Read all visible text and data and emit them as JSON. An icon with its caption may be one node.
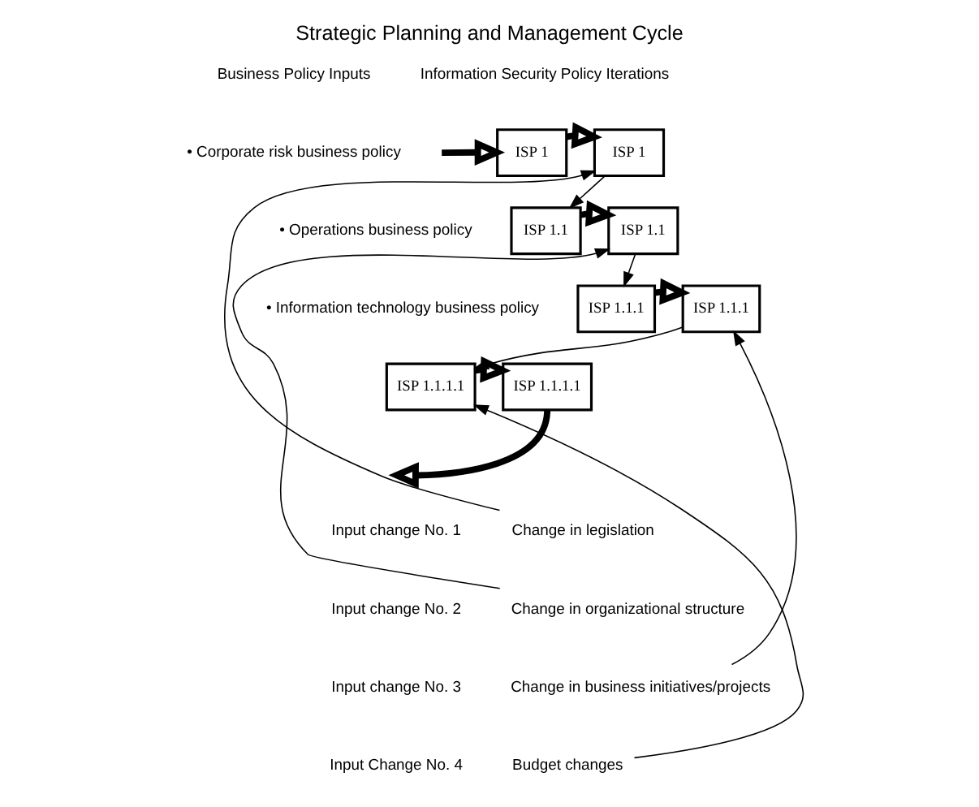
{
  "diagram": {
    "title": "Strategic Planning and Management Cycle",
    "nodes": [
      {
        "text": [
          "ISP 1"
        ]
      },
      {
        "text": [
          "ISP 1"
        ]
      },
      {
        "text": [
          "ISP 1.1"
        ]
      },
      {
        "text": [
          "ISP 1.1"
        ]
      },
      {
        "text": [
          "ISP 1.1.1"
        ]
      },
      {
        "text": [
          "ISP 1.1.1"
        ]
      },
      {
        "text": [
          "ISP 1.1.1.1"
        ]
      },
      {
        "text": [
          "ISP 1.1.1.1"
        ]
      },
      {
        "text": [
          "Change in legislation"
        ]
      },
      {
        "text": [
          "Change in organizational structure"
        ]
      },
      {
        "text": [
          "Change in business initiatives/projects"
        ]
      },
      {
        "text": [
          "Budget changes"
        ]
      }
    ],
    "edges": [
      {
        "from": null,
        "to": 0,
        "arrow": "to",
        "style": "thick"
      },
      {
        "from": 0,
        "to": 1,
        "arrow": "to",
        "style": "thick"
      },
      {
        "from": 1,
        "to": 2,
        "arrow": "to"
      },
      {
        "from": 2,
        "to": 3,
        "arrow": "to",
        "style": "thick"
      },
      {
        "from": 3,
        "to": 4,
        "arrow": "to"
      },
      {
        "from": 4,
        "to": 5,
        "arrow": "to",
        "style": "thick"
      },
      {
        "from": 5,
        "to": 6,
        "arrow": "to"
      },
      {
        "from": 6,
        "to": 7,
        "arrow": "to",
        "style": "thick"
      },
      {
        "from": 7,
        "to": null,
        "arrow": "to",
        "style": "thick"
      },
      {
        "from": 8,
        "to": 1,
        "arrow": "to"
      },
      {
        "from": 9,
        "to": 3,
        "arrow": "to"
      },
      {
        "from": 10,
        "to": 5,
        "arrow": "to"
      },
      {
        "from": 11,
        "to": 6,
        "arrow": "to"
      }
    ],
    "labels": [
      "Business Policy Inputs",
      "Information Security Policy Iterations",
      "• Corporate risk business policy",
      "• Operations business policy",
      "• Information technology business policy",
      "Input change No. 1",
      "Input change No. 2",
      "Input change No. 3",
      "Input Change No. 4"
    ]
  }
}
